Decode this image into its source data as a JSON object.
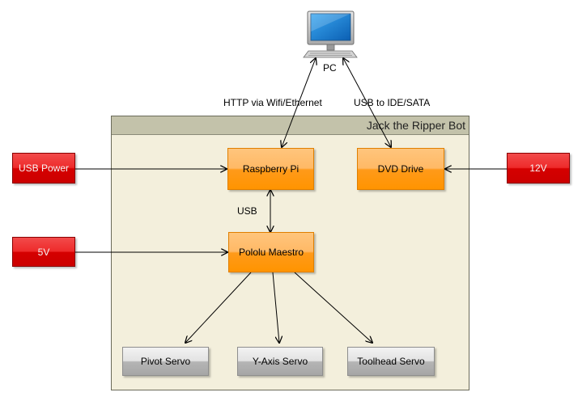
{
  "pc": {
    "label": "PC",
    "icon": "desktop-computer-icon"
  },
  "edges": {
    "http": "HTTP via Wifi/Ethernet",
    "usb_ide": "USB to IDE/SATA",
    "usb": "USB"
  },
  "group": {
    "title": "Jack the Ripper Bot"
  },
  "nodes": {
    "raspberry_pi": "Raspberry Pi",
    "dvd_drive": "DVD Drive",
    "pololu_maestro": "Pololu Maestro",
    "pivot_servo": "Pivot Servo",
    "y_axis_servo": "Y-Axis Servo",
    "toolhead_servo": "Toolhead Servo"
  },
  "power": {
    "usb_power": "USB Power",
    "v5": "5V",
    "v12": "12V"
  },
  "colors": {
    "component": "#ff9a1a",
    "power": "#e00000",
    "servo": "#b5b5b5",
    "group_bg": "#f3efdc"
  }
}
